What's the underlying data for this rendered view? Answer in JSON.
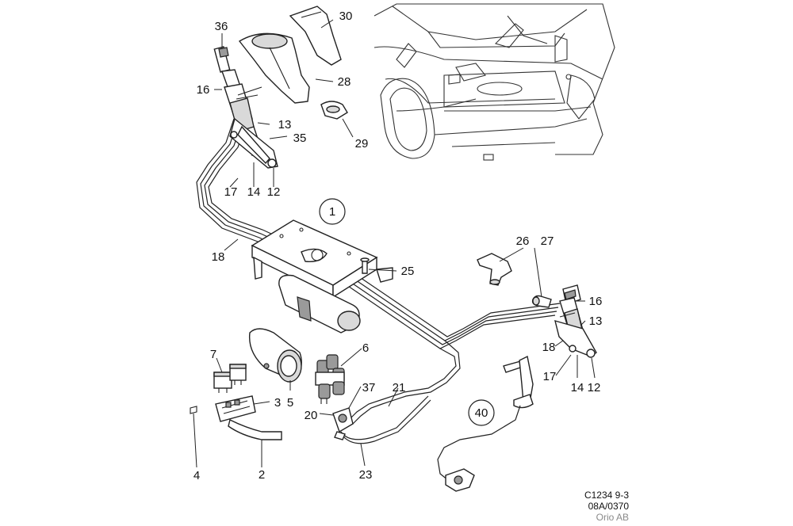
{
  "callouts": {
    "c1": "1",
    "c2": "2",
    "c3": "3",
    "c4": "4",
    "c5": "5",
    "c6": "6",
    "c7": "7",
    "c12a": "12",
    "c12b": "12",
    "c13a": "13",
    "c13b": "13",
    "c14a": "14",
    "c14b": "14",
    "c16a": "16",
    "c16b": "16",
    "c17a": "17",
    "c17b": "17",
    "c18a": "18",
    "c18b": "18",
    "c20": "20",
    "c21": "21",
    "c23": "23",
    "c25": "25",
    "c26": "26",
    "c27": "27",
    "c28": "28",
    "c29": "29",
    "c30": "30",
    "c35": "35",
    "c36": "36",
    "c37": "37",
    "c40": "40"
  },
  "footer": {
    "code": "C1234 9-3",
    "ref": "08A/0370",
    "credit": "Orio AB"
  }
}
